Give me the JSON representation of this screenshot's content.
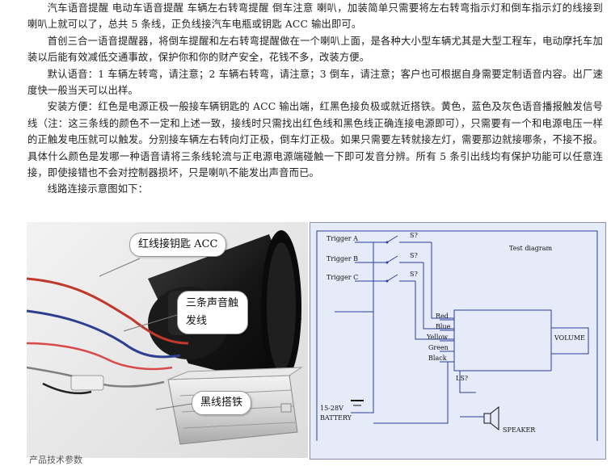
{
  "paragraphs": [
    "汽车语音提醒 电动车语音提醒 车辆左右转弯提醒 倒车注意 喇叭，加装简单只需要将左右转弯指示灯和倒车指示灯的线接到喇叭上就可以了，总共 5 条线，正负线接汽车电瓶或钥匙 ACC 输出即可。",
    "首创三合一语音提醒器，将倒车提醒和左右转弯提醒做在一个喇叭上面，是各种大小型车辆尤其是大型工程车，电动摩托车加装以后能有效减低交通事故，保护你和你的财产安全，花钱不多，改装方便。",
    "默认语音：1 车辆左转弯，请注意；2 车辆右转弯，请注意；3 倒车，请注意；客户也可根据自身需要定制语音内容。出厂速度快一般当天可以出样。",
    "安装方便：红色是电源正极一般接车辆钥匙的 ACC 输出端，红黑色接负极或就近搭铁。黄色，蓝色及灰色语音播报触发信号线（注：这三条线的颜色不一定和上述一致，接线时只需找出红色线和黑色线正确连接电源即可），只需要有一个和电源电压一样的正触发电压就可以触发。分别接车辆左右转向灯正极，倒车灯正极。如果只需要左转就接左灯，需要那边就接哪条，不接不报。具体什么颜色是发哪一种语音请将三条线轮流与正电源电源端碰触一下即可发音分辨。所有 5 条引出线均有保护功能可以任意连接，即使接错也不会对控制器损坏，只是喇叭不能发出声音而已。",
    "线路连接示意图如下："
  ],
  "photo": {
    "callouts": [
      "红线接钥匙 ACC",
      "三条声音触发线",
      "黑线搭铁"
    ]
  },
  "diagram": {
    "title": "Test diagram",
    "triggers": [
      "Trigger A",
      "Trigger B",
      "Trigger C"
    ],
    "switches": [
      "S?",
      "S?",
      "S?"
    ],
    "wires": [
      "Red",
      "Blue",
      "Yellow",
      "Green",
      "Black"
    ],
    "volume": "VOLUME",
    "ls": "LS?",
    "battery_voltage": "15-28V",
    "battery": "BATTERY",
    "speaker": "SPEAKER"
  },
  "footer_text": "产品技术参数"
}
